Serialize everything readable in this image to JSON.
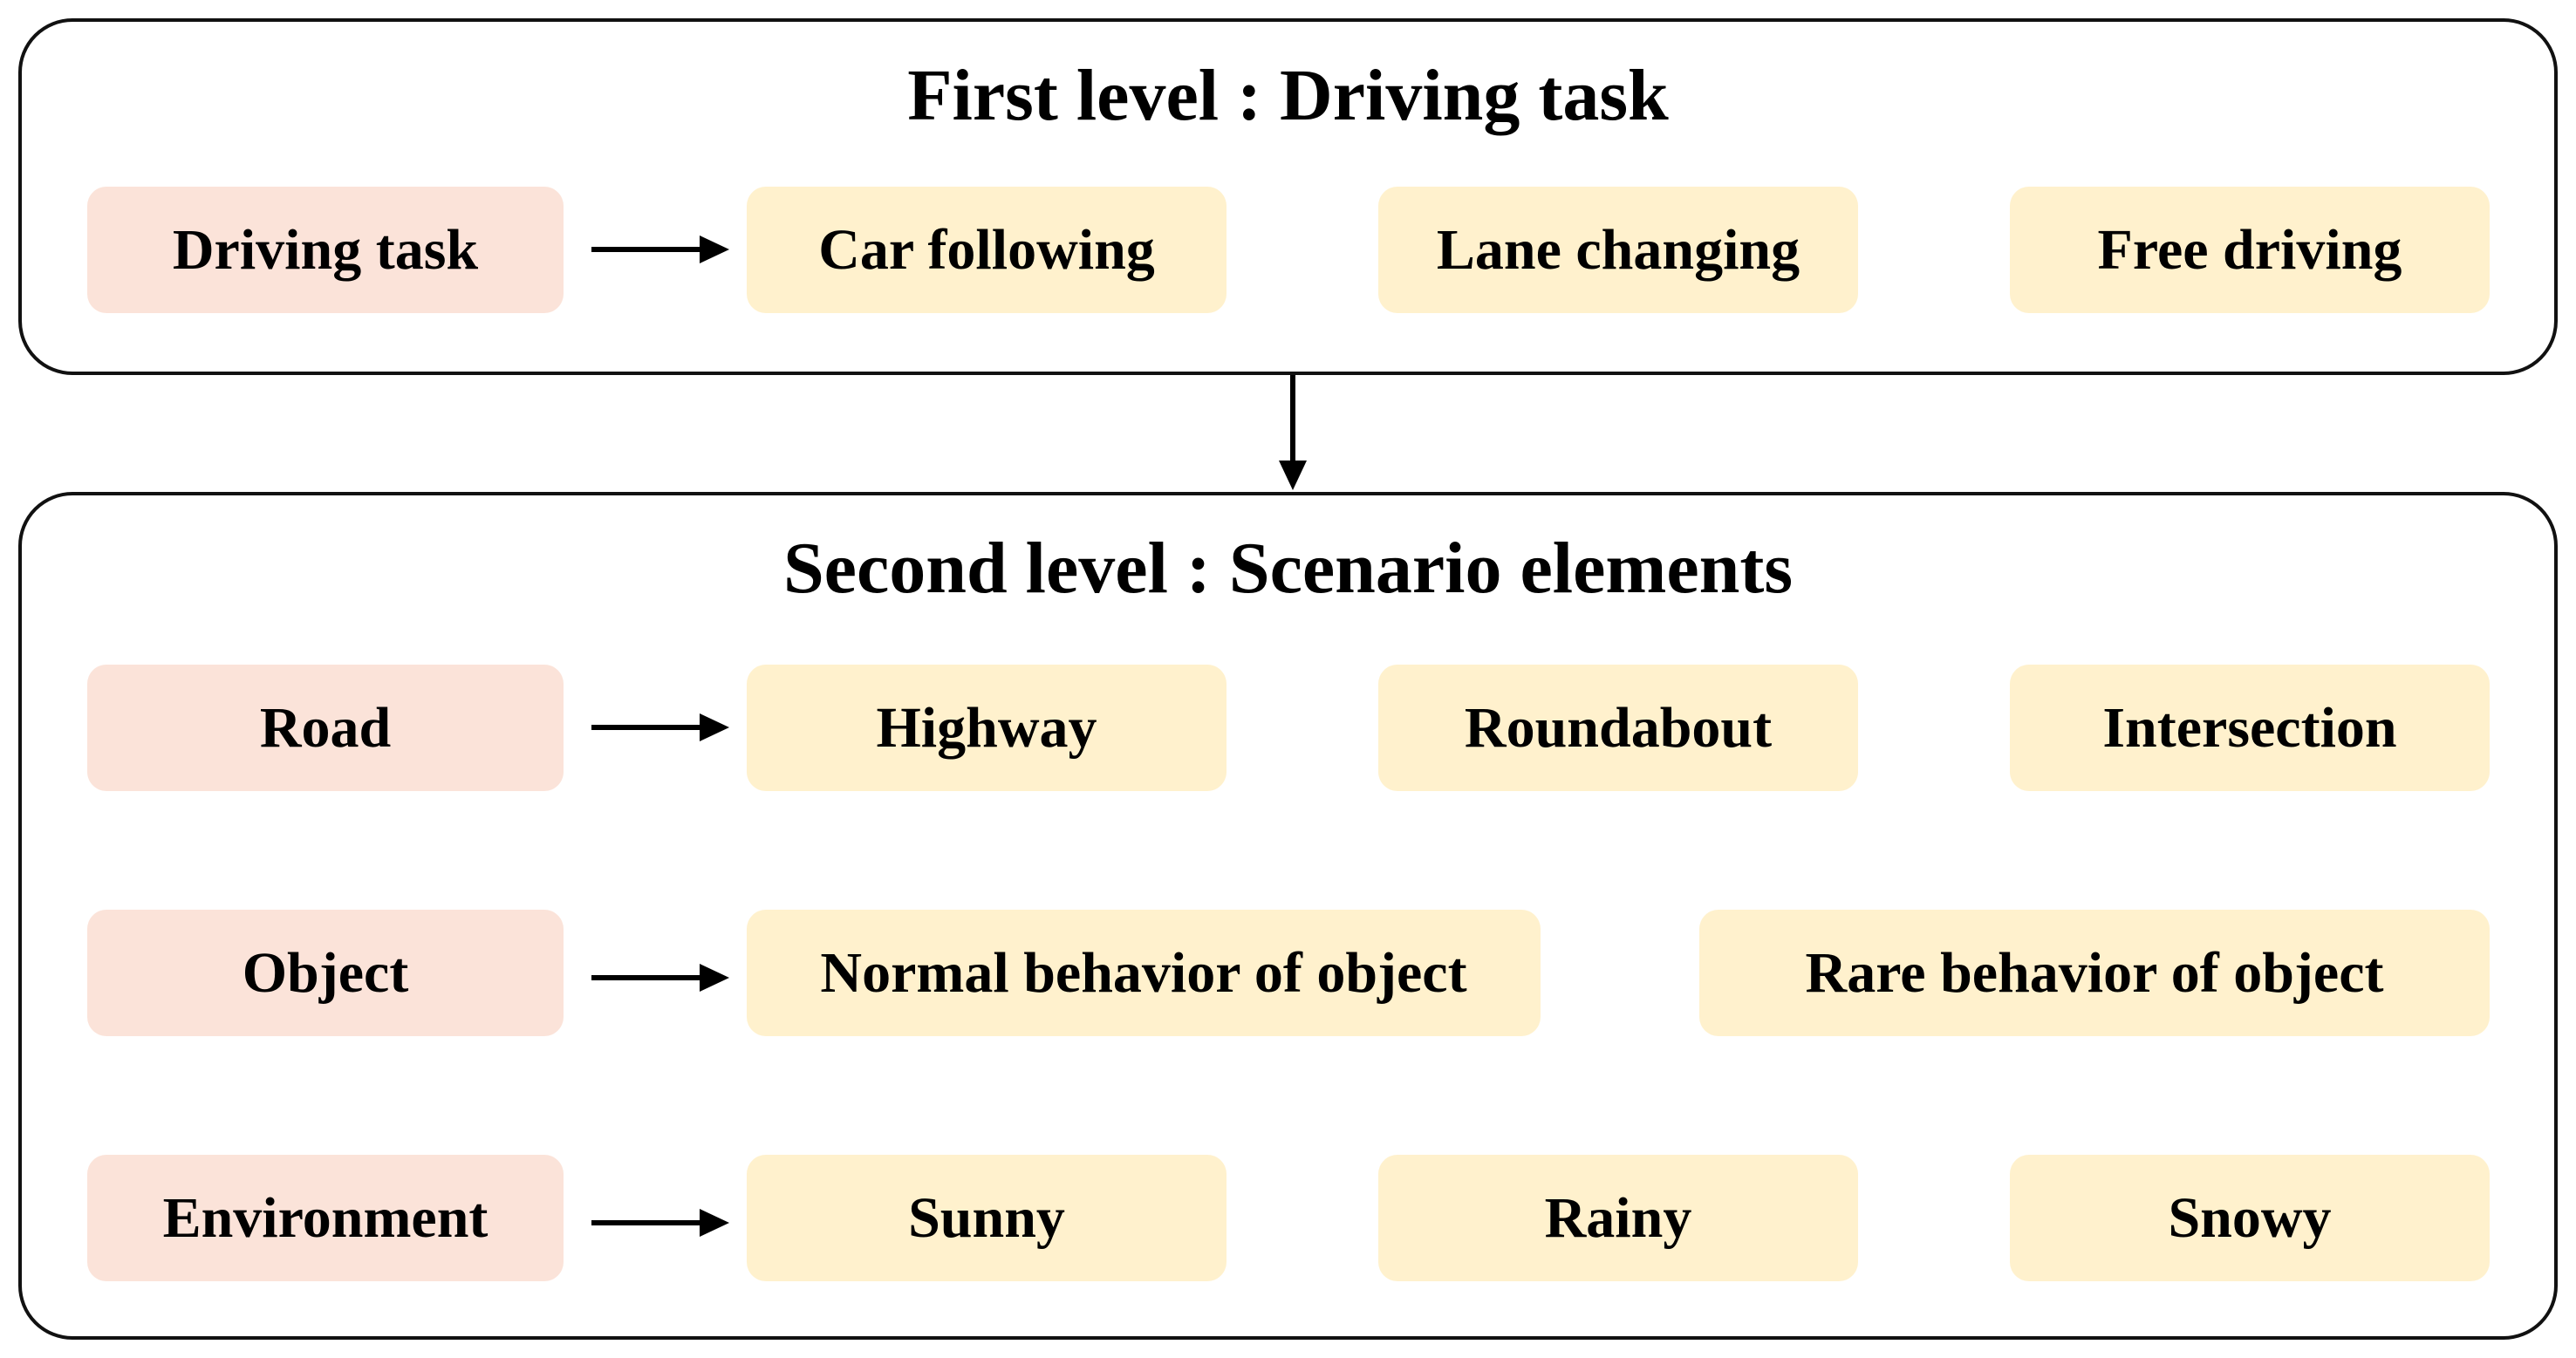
{
  "first_level": {
    "title": "First level : Driving task",
    "category": "Driving task",
    "options": [
      "Car following",
      "Lane changing",
      "Free driving"
    ]
  },
  "second_level": {
    "title": "Second level : Scenario elements",
    "road": {
      "category": "Road",
      "options": [
        "Highway",
        "Roundabout",
        "Intersection"
      ]
    },
    "object": {
      "category": "Object",
      "options": [
        "Normal behavior of object",
        "Rare behavior of object"
      ]
    },
    "environment": {
      "category": "Environment",
      "options": [
        "Sunny",
        "Rainy",
        "Snowy"
      ]
    }
  },
  "colors": {
    "category_fill": "#fbe3d9",
    "option_fill": "#fff1cd",
    "border": "#111111"
  }
}
